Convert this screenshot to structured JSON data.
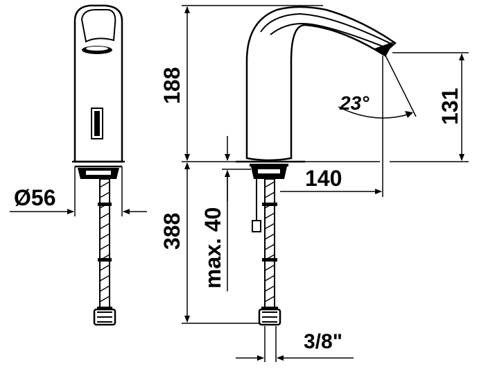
{
  "dimensions": {
    "diameter": "Ø56",
    "spout_height": "188",
    "spout_reach": "140",
    "outlet_height": "131",
    "spray_angle": "23°",
    "hose_length": "388",
    "deck_thickness": "max. 40",
    "connection_thread": "3/8\""
  }
}
